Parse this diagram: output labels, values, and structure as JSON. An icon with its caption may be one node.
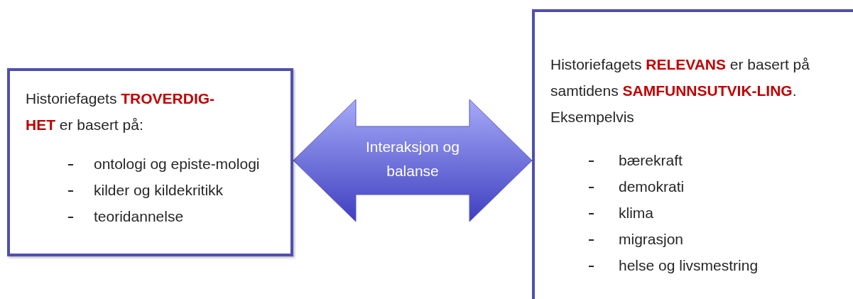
{
  "diagram": {
    "nodes": [
      {
        "text": [
          "Historiefagets **TROVERDIG-HET** er basert på:",
          "ontologi og episte-mologi",
          "kilder og kildekritikk",
          "teoridannelse"
        ]
      },
      {
        "text": [
          "Historiefagets **RELEVANS** er basert på samtidens **SAMFUNNSUTVIK-LING**. Eksempelvis",
          "bærekraft",
          "demokrati",
          "klima",
          "migrasjon",
          "helse og livsmestring"
        ]
      }
    ],
    "edges": [
      {
        "from": 0,
        "to": 1,
        "arrow": "both",
        "label": "Interaksjon og balanse"
      }
    ]
  }
}
